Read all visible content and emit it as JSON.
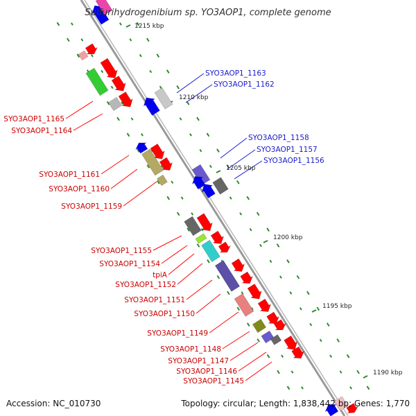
{
  "title": "Sulfurihydrogenibium sp. YO3AOP1, complete genome",
  "accession": "Accession: NC_010730",
  "topology": "Topology: circular; Length: 1,838,442 bp; Genes: 1,770",
  "colors": {
    "forward": "#ff0000",
    "reverse": "#0000ee",
    "reverse_label": "#1a1acc",
    "backbone": "#999999",
    "tick": "#2e8b2e"
  },
  "kbp_labels": [
    "1215 kbp",
    "1210 kbp",
    "1205 kbp",
    "1200 kbp",
    "1195 kbp",
    "1190 kbp"
  ],
  "reverse_genes": [
    "SYO3AOP1_1163",
    "SYO3AOP1_1162",
    "SYO3AOP1_1158",
    "SYO3AOP1_1157",
    "SYO3AOP1_1156"
  ],
  "forward_genes": [
    "SYO3AOP1_1165",
    "SYO3AOP1_1164",
    "SYO3AOP1_1161",
    "SYO3AOP1_1160",
    "SYO3AOP1_1159",
    "SYO3AOP1_1155",
    "SYO3AOP1_1154",
    "tpiA",
    "SYO3AOP1_1152",
    "SYO3AOP1_1151",
    "SYO3AOP1_1150",
    "SYO3AOP1_1149",
    "SYO3AOP1_1148",
    "SYO3AOP1_1147",
    "SYO3AOP1_1146",
    "SYO3AOP1_1145"
  ]
}
